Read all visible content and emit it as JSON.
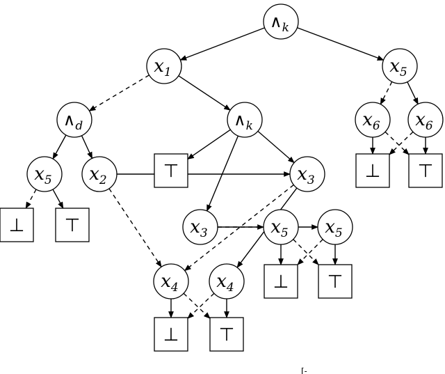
{
  "nodes": [
    {
      "id": "r",
      "kind": "op",
      "label": "∧",
      "sub": "k"
    },
    {
      "id": "x1",
      "kind": "var",
      "label": "x",
      "sub": "1"
    },
    {
      "id": "x5a",
      "kind": "var",
      "label": "x",
      "sub": "5"
    },
    {
      "id": "and_d",
      "kind": "op",
      "label": "∧",
      "sub": "d"
    },
    {
      "id": "and_k2",
      "kind": "op",
      "label": "∧",
      "sub": "k"
    },
    {
      "id": "x6a",
      "kind": "var",
      "label": "x",
      "sub": "6"
    },
    {
      "id": "x6b",
      "kind": "var",
      "label": "x",
      "sub": "6"
    },
    {
      "id": "x5b",
      "kind": "var",
      "label": "x",
      "sub": "5"
    },
    {
      "id": "x2",
      "kind": "var",
      "label": "x",
      "sub": "2"
    },
    {
      "id": "x3a",
      "kind": "var",
      "label": "x",
      "sub": "3"
    },
    {
      "id": "x3b",
      "kind": "var",
      "label": "x",
      "sub": "3"
    },
    {
      "id": "x5c",
      "kind": "var",
      "label": "x",
      "sub": "5"
    },
    {
      "id": "x5d",
      "kind": "var",
      "label": "x",
      "sub": "5"
    },
    {
      "id": "x4a",
      "kind": "var",
      "label": "x",
      "sub": "4"
    },
    {
      "id": "x4b",
      "kind": "var",
      "label": "x",
      "sub": "4"
    },
    {
      "id": "t1",
      "kind": "term",
      "label": "⊥"
    },
    {
      "id": "t2",
      "kind": "term",
      "label": "⊤"
    },
    {
      "id": "t3",
      "kind": "term",
      "label": "⊤"
    },
    {
      "id": "t4",
      "kind": "term",
      "label": "⊥"
    },
    {
      "id": "t5",
      "kind": "term",
      "label": "⊤"
    },
    {
      "id": "t6",
      "kind": "term",
      "label": "⊥"
    },
    {
      "id": "t7",
      "kind": "term",
      "label": "⊤"
    },
    {
      "id": "t8",
      "kind": "term",
      "label": "⊥"
    },
    {
      "id": "t9",
      "kind": "term",
      "label": "⊤"
    }
  ],
  "edges": [
    {
      "from": "r",
      "to": "x1",
      "style": "solid"
    },
    {
      "from": "r",
      "to": "x5a",
      "style": "solid"
    },
    {
      "from": "x1",
      "to": "and_d",
      "style": "dashed"
    },
    {
      "from": "x1",
      "to": "and_k2",
      "style": "solid"
    },
    {
      "from": "x5a",
      "to": "x6a",
      "style": "dashed"
    },
    {
      "from": "x5a",
      "to": "x6b",
      "style": "solid"
    },
    {
      "from": "x6a",
      "to": "t6",
      "style": "solid"
    },
    {
      "from": "x6a",
      "to": "t7",
      "style": "dashed"
    },
    {
      "from": "x6b",
      "to": "t6",
      "style": "dashed"
    },
    {
      "from": "x6b",
      "to": "t7",
      "style": "solid"
    },
    {
      "from": "and_d",
      "to": "x5b",
      "style": "solid"
    },
    {
      "from": "and_d",
      "to": "x2",
      "style": "solid"
    },
    {
      "from": "x5b",
      "to": "t1",
      "style": "dashed"
    },
    {
      "from": "x5b",
      "to": "t2",
      "style": "solid"
    },
    {
      "from": "and_k2",
      "to": "t3",
      "style": "solid"
    },
    {
      "from": "and_k2",
      "to": "x3a",
      "style": "solid"
    },
    {
      "from": "and_k2",
      "to": "x3b",
      "style": "solid"
    },
    {
      "from": "x2",
      "to": "x3a",
      "style": "solid"
    },
    {
      "from": "x2",
      "to": "x4a",
      "style": "dashed"
    },
    {
      "from": "x3a",
      "to": "x4a",
      "style": "dashed"
    },
    {
      "from": "x3a",
      "to": "x4b",
      "style": "solid"
    },
    {
      "from": "x3b",
      "to": "x5c",
      "style": "dashed"
    },
    {
      "from": "x3b",
      "to": "x5d",
      "style": "solid"
    },
    {
      "from": "x5c",
      "to": "t4",
      "style": "solid"
    },
    {
      "from": "x5c",
      "to": "t5",
      "style": "dashed"
    },
    {
      "from": "x5d",
      "to": "t4",
      "style": "dashed"
    },
    {
      "from": "x5d",
      "to": "t5",
      "style": "solid"
    },
    {
      "from": "x4a",
      "to": "t8",
      "style": "solid"
    },
    {
      "from": "x4a",
      "to": "t9",
      "style": "dashed"
    },
    {
      "from": "x4b",
      "to": "t8",
      "style": "dashed"
    },
    {
      "from": "x4b",
      "to": "t9",
      "style": "solid"
    }
  ],
  "colors": {
    "stroke": "#000000",
    "fill": "#ffffff",
    "background": "#ffffff"
  },
  "stray_mark": "⌈-"
}
